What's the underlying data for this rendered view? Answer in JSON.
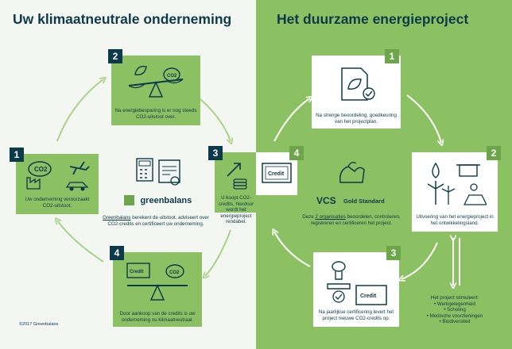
{
  "left": {
    "title": "Uw klimaatneutrale onderneming",
    "steps": [
      {
        "n": "1",
        "caption": "Uw onderneming veroorzaakt CO2-uitstoot."
      },
      {
        "n": "2",
        "caption": "Na energiebesparing is er nog steeds CO2-uitstoot over."
      },
      {
        "n": "3",
        "caption": "U koopt CO2-credits, hierdoor wordt het energieproject rendabel."
      },
      {
        "n": "4",
        "caption": "Door aankoop van de credits is uw onderneming nu klimaatneutraal."
      }
    ],
    "center": {
      "logo_text": "greenbalans",
      "text_brand": "Greenbalans",
      "text_rest": " berekent de uitstoot, adviseert over CO2-credits en certificeert uw onderneming."
    },
    "co2_label": "CO₂",
    "credit_label": "Credit",
    "copyright": "©2017 Greenbalans"
  },
  "right": {
    "title": "Het duurzame energieproject",
    "steps": [
      {
        "n": "1",
        "caption": "Na strenge beoordeling, goedkeuring van het projectplan."
      },
      {
        "n": "2",
        "caption": "Uitvoering van het energieproject in het ontwikkelingsland."
      },
      {
        "n": "3",
        "caption": "Na jaarlijkse certificering levert het project nieuwe CO2-credits op."
      },
      {
        "n": "4",
        "caption": ""
      }
    ],
    "center": {
      "vcs": "VCS",
      "gold": "Gold Standard",
      "text_a": "Deze ",
      "text_u": "2 organisaties",
      "text_b": " beoordelen, controleren, registreren en certificeren het project."
    },
    "benefits": {
      "heading": "Het project stimuleert:",
      "items": [
        "• Werkgelegenheid",
        "• Scholing",
        "• Medische voorzieningen",
        "• Biodiversiteit"
      ]
    }
  },
  "colors": {
    "navy": "#0c3a4a",
    "green": "#8cc163",
    "dark_green": "#6da54a",
    "light": "#f4f6f1"
  }
}
